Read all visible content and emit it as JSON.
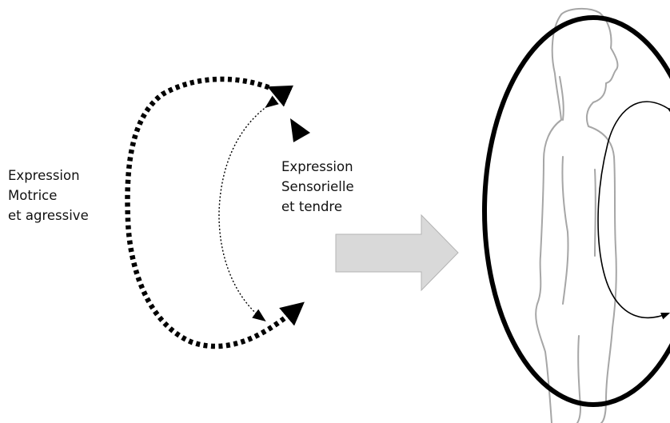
{
  "diagram": {
    "left_label": {
      "lines": [
        "Expression",
        "Motrice",
        "et agressive"
      ]
    },
    "middle_label": {
      "lines": [
        "Expression",
        "Sensorielle",
        "et tendre"
      ]
    },
    "icons": {
      "transition": "right-arrow-icon",
      "figure": "human-body-silhouette-icon"
    },
    "colors": {
      "stroke": "#000000",
      "transition_arrow_fill": "#d9d9d9",
      "transition_arrow_stroke": "#b3b3b3",
      "silhouette_stroke": "#a6a6a6",
      "text": "#111111"
    }
  }
}
